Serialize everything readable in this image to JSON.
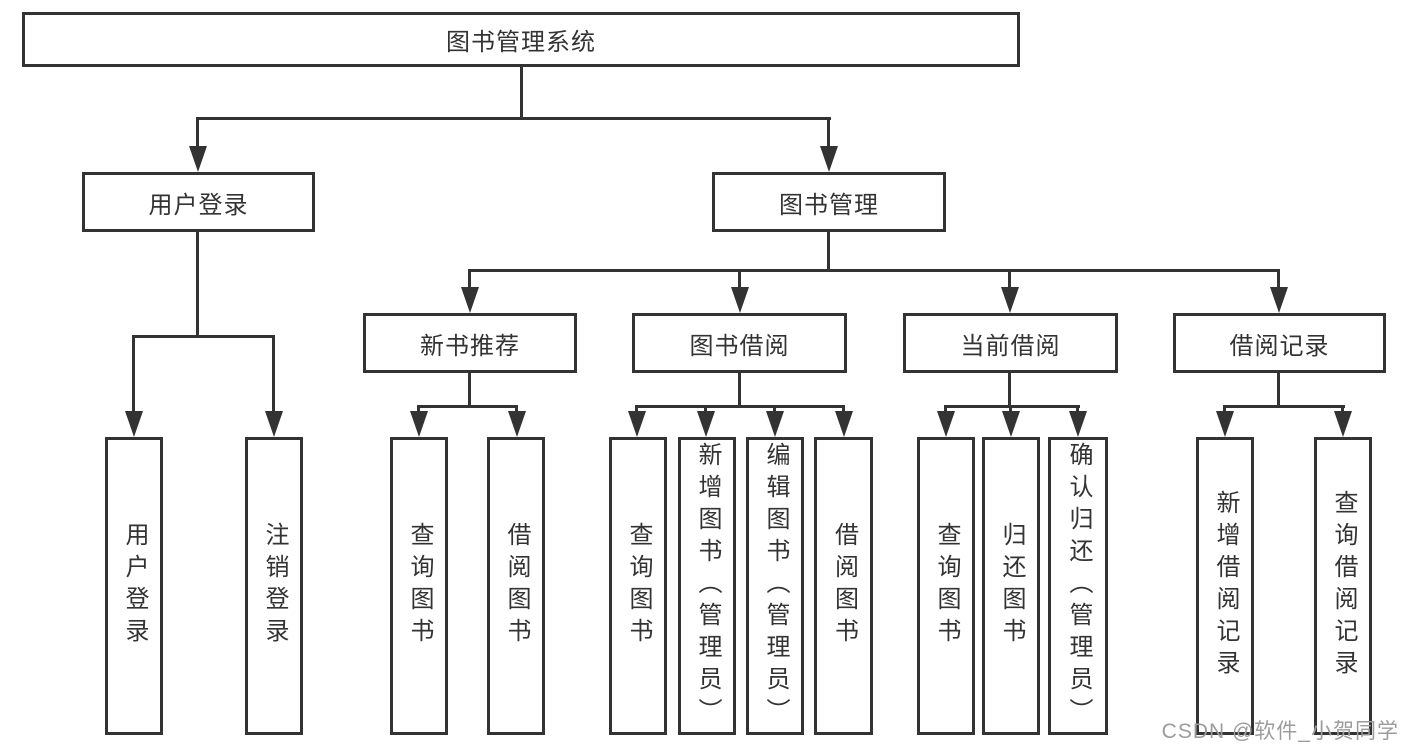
{
  "tree": {
    "root": {
      "label": "图书管理系统"
    },
    "branches": [
      {
        "label": "用户登录",
        "children": [
          {
            "label": "用户登录"
          },
          {
            "label": "注销登录"
          }
        ]
      },
      {
        "label": "图书管理",
        "children": [
          {
            "label": "新书推荐",
            "children": [
              {
                "label": "查询图书"
              },
              {
                "label": "借阅图书"
              }
            ]
          },
          {
            "label": "图书借阅",
            "children": [
              {
                "label": "查询图书"
              },
              {
                "label": "新增图书（管理员）"
              },
              {
                "label": "编辑图书（管理员）"
              },
              {
                "label": "借阅图书"
              }
            ]
          },
          {
            "label": "当前借阅",
            "children": [
              {
                "label": "查询图书"
              },
              {
                "label": "归还图书"
              },
              {
                "label": "确认归还（管理员）"
              }
            ]
          },
          {
            "label": "借阅记录",
            "children": [
              {
                "label": "新增借阅记录"
              },
              {
                "label": "查询借阅记录"
              }
            ]
          }
        ]
      }
    ]
  },
  "watermark": {
    "text": "CSDN @软件_小贺同学"
  },
  "colors": {
    "line": "#333333",
    "text": "#333333",
    "watermark-color": "#9c9c9c",
    "background": "#ffffff"
  }
}
